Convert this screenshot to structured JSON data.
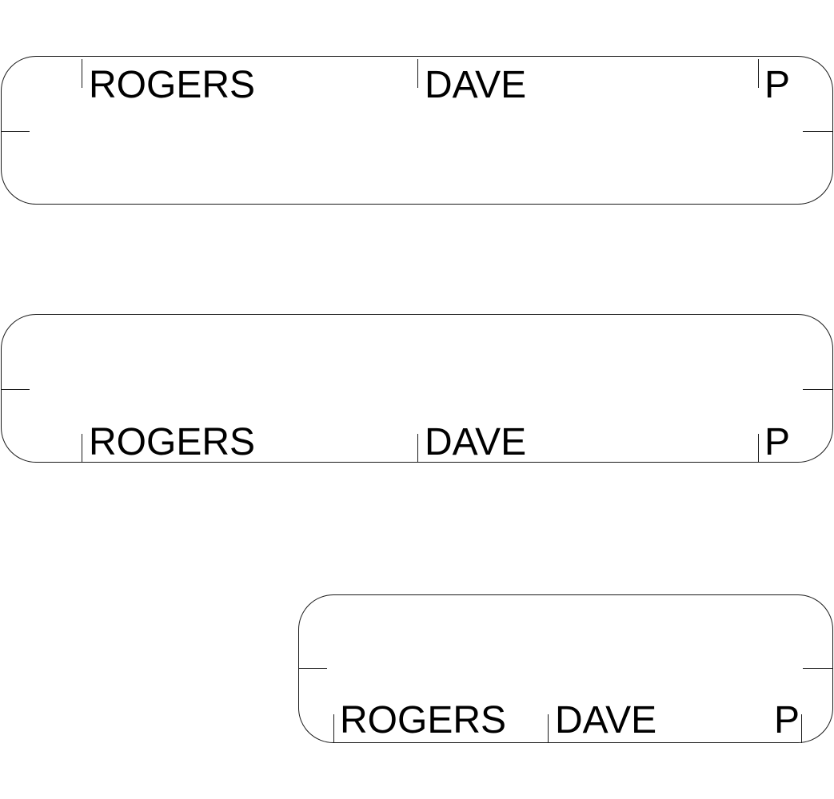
{
  "labels": [
    {
      "last_name": "ROGERS",
      "first_name": "DAVE",
      "code": "P"
    },
    {
      "last_name": "ROGERS",
      "first_name": "DAVE",
      "code": "P"
    },
    {
      "last_name": "ROGERS",
      "first_name": "DAVE",
      "code": "P"
    }
  ]
}
